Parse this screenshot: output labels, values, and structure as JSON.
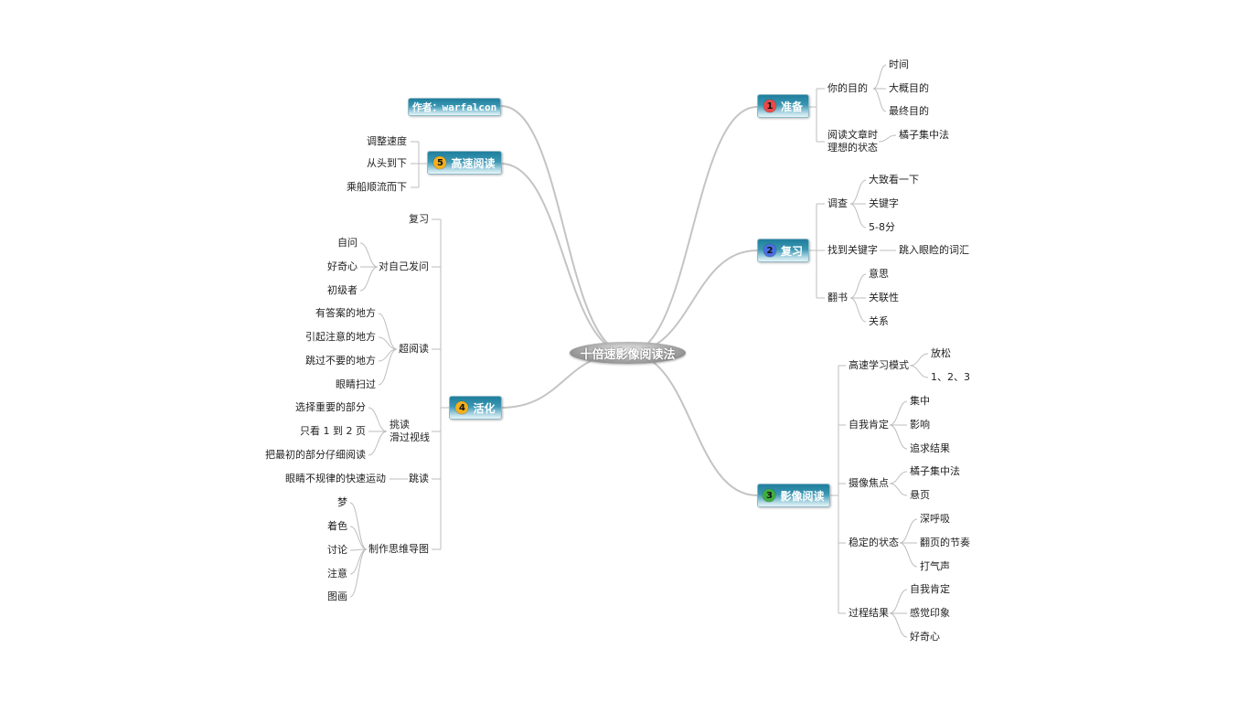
{
  "center": "十倍速影像阅读法",
  "author": "作者：warfalcon",
  "colors": {
    "badge1": "#e84a4a",
    "badge2": "#3a5fcf",
    "badge3": "#3fae3f",
    "badge4": "#f2b01e",
    "badge5": "#f2b01e",
    "line": "#b8b8b8"
  },
  "b1": {
    "num": "1",
    "label": "准备",
    "c0": "你的目的",
    "c0g": [
      "时间",
      "大概目的",
      "最终目的"
    ],
    "c1a": "阅读文章时",
    "c1b": "理想的状态",
    "c1g": [
      "橘子集中法"
    ]
  },
  "b2": {
    "num": "2",
    "label": "复习",
    "c0": "调查",
    "c0g": [
      "大致看一下",
      "关键字",
      "5-8分"
    ],
    "c1": "找到关键字",
    "c1g": [
      "跳入眼睑的词汇"
    ],
    "c2": "翻书",
    "c2g": [
      "意思",
      "关联性",
      "关系"
    ]
  },
  "b3": {
    "num": "3",
    "label": "影像阅读",
    "c0": "高速学习模式",
    "c0g": [
      "放松",
      "1、2、3"
    ],
    "c1": "自我肯定",
    "c1g": [
      "集中",
      "影响",
      "追求结果"
    ],
    "c2": "摄像焦点",
    "c2g": [
      "橘子集中法",
      "悬页"
    ],
    "c3": "稳定的状态",
    "c3g": [
      "深呼吸",
      "翻页的节奏",
      "打气声"
    ],
    "c4": "过程结果",
    "c4g": [
      "自我肯定",
      "感觉印象",
      "好奇心"
    ]
  },
  "b4": {
    "num": "4",
    "label": "活化",
    "c0": "复习",
    "c1": "对自己发问",
    "c1g": [
      "自问",
      "好奇心",
      "初级者"
    ],
    "c2": "超阅读",
    "c2g": [
      "有答案的地方",
      "引起注意的地方",
      "跳过不要的地方",
      "眼睛扫过"
    ],
    "c3a": "挑读",
    "c3b": "滑过视线",
    "c3g": [
      "选择重要的部分",
      "只看 1 到 2 页",
      "把最初的部分仔细阅读"
    ],
    "c4": "跳读",
    "c4g": [
      "眼睛不规律的快速运动"
    ],
    "c5": "制作思维导图",
    "c5g": [
      "梦",
      "着色",
      "讨论",
      "注意",
      "图画"
    ]
  },
  "b5": {
    "num": "5",
    "label": "高速阅读",
    "c": [
      "调整速度",
      "从头到下",
      "乘船顺流而下"
    ]
  }
}
